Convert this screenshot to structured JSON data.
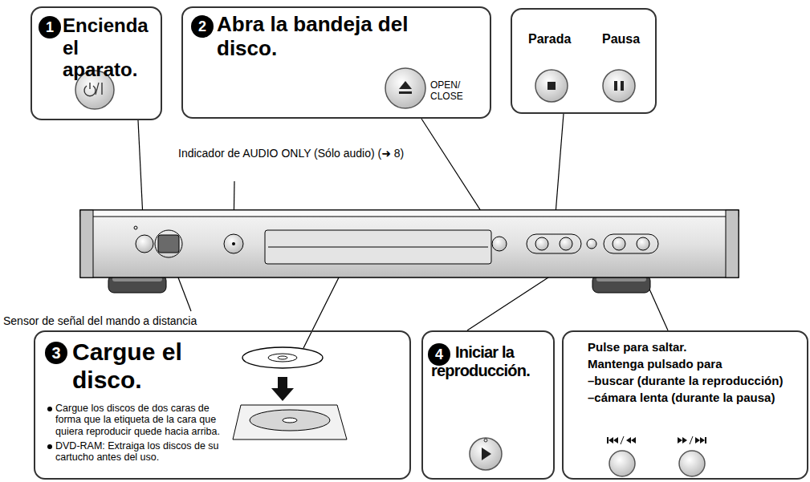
{
  "diagram": {
    "nodes": [
      {
        "text": [
          "1",
          "Encienda el aparato."
        ]
      },
      {
        "text": [
          "2",
          "Abra la bandeja del disco.",
          "OPEN/ CLOSE"
        ]
      },
      {
        "text": [
          "Parada",
          "Pausa"
        ]
      },
      {
        "text": [
          "3",
          "Cargue el disco.",
          "Cargue los discos de dos caras de forma que la etiqueta de la cara que quiera reproducir quede hacia arriba.",
          "DVD-RAM: Extraiga los discos de su cartucho antes del uso."
        ]
      },
      {
        "text": [
          "4",
          "Iniciar la reproducción."
        ]
      },
      {
        "text": [
          "Pulse para saltar.",
          "Mantenga pulsado para",
          "–buscar (durante la reproducción)",
          "–cámara lenta (durante la pausa)"
        ]
      }
    ],
    "labels": [
      "Indicador de AUDIO ONLY (Sólo audio) (➜ 8)",
      "Sensor de señal del mando a distancia"
    ]
  }
}
